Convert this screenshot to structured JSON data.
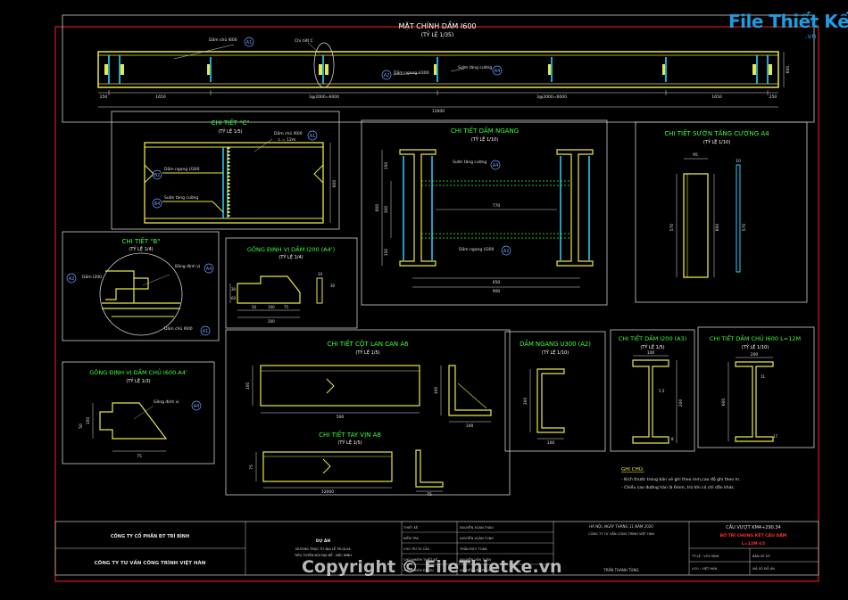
{
  "brand": {
    "logo_text": "File Thiết Kế",
    "logo_domain": ".vn"
  },
  "watermark": "Copyright © FileThietKe.vn",
  "colors": {
    "frame": "#ff2020",
    "border": "#cfcfcf",
    "title": "#ffffff",
    "steel": "#e8e84a",
    "plate": "#2ad0ff",
    "label": "#3cff3c",
    "tag": "#6fa0ff",
    "dim": "#e0e0e0"
  },
  "elevation": {
    "title": "MẶT CHÍNH DẦM I600",
    "scale": "(TỶ LỆ 1/35)",
    "callouts": {
      "main_beam": "Dầm chủ I600",
      "detail_c": "Chi tiết C",
      "cross_beam": "Dầm ngang U300",
      "stiffener": "Sườn tăng cường"
    },
    "tags": {
      "a1": "A1",
      "a2": "A2",
      "a4": "A4"
    },
    "dims": {
      "d1": "250",
      "d2": "1650",
      "d3": "3@2000=6000",
      "d4": "3@2000=6000",
      "d5": "1650",
      "d6": "250",
      "total": "12000",
      "height": "600"
    }
  },
  "detail_c": {
    "title": "CHI TIẾT \"C\"",
    "scale": "(TỶ LỆ 1/5)",
    "beam": "Dầm chủ I600",
    "length": "L = 12m",
    "cross": "Dầm ngang U300",
    "stiff": "Sườn tăng cường",
    "tags": {
      "a1": "A1",
      "b2": "B2",
      "b4": "B4"
    },
    "dim": "600"
  },
  "cross_beam_detail": {
    "title": "CHI TIẾT DẦM NGANG",
    "scale": "(TỶ LỆ 1/10)",
    "stiff": "Sườn tăng cường",
    "beam": "Dầm ngang U300",
    "tags": {
      "a4": "A4",
      "a2": "A2"
    },
    "dims": {
      "span": "770",
      "h1": "600",
      "h2": "300",
      "h3": "150",
      "h4": "150",
      "b1": "650",
      "b2": "900"
    }
  },
  "stiffener_detail": {
    "title": "CHI TIẾT SƯỜN TĂNG CƯỜNG A4",
    "scale": "(TỶ LỆ 1/10)",
    "dims": {
      "w": "95",
      "h1": "570",
      "h2": "600",
      "t": "10",
      "h3": "570"
    }
  },
  "detail_b": {
    "title": "CHI TIẾT \"B\"",
    "scale": "(TỶ LỆ 1/4)",
    "beam_i200": "Dầm I200",
    "gusset": "Bảng định vị",
    "main_beam": "Dầm chủ I600",
    "tags": {
      "a2": "A2",
      "a4": "A4",
      "a1": "A1"
    }
  },
  "gusset_i200": {
    "title": "GÔNG ĐỊNH VỊ DẦM I200 (A4')",
    "scale": "(TỶ LỆ 1/4)",
    "dims": {
      "d1": "50",
      "d2": "100",
      "d3": "75",
      "d4": "200",
      "d5": "30",
      "d6": "60",
      "d7": "30",
      "d8": "10"
    }
  },
  "gusset_i600": {
    "title": "GÔNG ĐỊNH VỊ DẦM CHỦ I600-A4'",
    "scale": "(TỶ LỆ 1/3)",
    "label": "Gông định vị",
    "tag": "A4",
    "dims": {
      "h": "100",
      "w": "75",
      "s": "50"
    }
  },
  "post_a6": {
    "title": "CHI TIẾT CỘT LAN CAN A6",
    "scale": "(TỶ LỆ 1/5)",
    "dims": {
      "len": "500",
      "h": "100",
      "leg": "100",
      "leg2": "100"
    }
  },
  "rail_a8": {
    "title": "CHI TIẾT TAY VỊN A8",
    "scale": "(TỶ LỆ 1/5)",
    "dims": {
      "len": "12000",
      "h": "75",
      "leg": "75"
    }
  },
  "u300": {
    "title": "DẦM NGANG U300 (A2)",
    "scale": "(TỶ LỆ 1/10)",
    "dims": {
      "h": "300",
      "w": "100"
    }
  },
  "i200": {
    "title": "CHI TIẾT DẦM I200 (A3)",
    "scale": "(TỶ LỆ 1/5)",
    "dims": {
      "w": "100",
      "h": "200",
      "t": "5.5",
      "tf": "8"
    }
  },
  "i600": {
    "title": "CHI TIẾT DẦM CHỦ I600 L=12M",
    "scale": "(TỶ LỆ 1/10)",
    "dims": {
      "w": "200",
      "h": "600",
      "t": "11",
      "tf": "17"
    }
  },
  "notes": {
    "heading": "GHI CHÚ:",
    "line1": "- Kích thước trong bản vẽ ghi theo mm,cao độ ghi theo m.",
    "line2": "- Chiều cao đường hàn là 6mm, trừ khi có chỉ dẫn khác."
  },
  "title_block": {
    "company1": "CÔNG TY CỔ PHẦN ĐT TRÍ BÌNH",
    "company2": "CÔNG TY TƯ VẤN CÔNG TRÌNH VIỆT HÀN",
    "project_head": "DỰ ÁN",
    "project_l1": "ĐƯỜNG TRỤC TỪ ĐỊA LẾ TR-QL54",
    "project_l2": "TIÊU TUYẾN ĐỘI ĐỊA ĐỀ - BẮC NINH",
    "roles": [
      "THIẾT KẾ",
      "KIỂM TRA",
      "CHỦ TRÌ TK CẦU",
      "CHỦ NHIỆM THIẾT KẾ",
      "CHỦ NHIỆM ĐỒ ÁN"
    ],
    "names": [
      "NGUYỄN XUÂN THẢO",
      "NGUYỄN XUÂN TÙNG",
      "TRẦN ĐỨC TOÀN",
      "NGUYỄN VĂN TUẤN",
      "NGUYỄN VĂN PHƯƠNG"
    ],
    "date": "HÀ NỘI, NGÀY      THÁNG  11  NĂM 2020",
    "firm": "CÔNG TY TƯ VẤN CÔNG TRÌNH VIỆT HÀN",
    "director": "TRẦN THANH TÙNG",
    "sheet_title1": "CẦU VƯỢT KM4+290.34",
    "sheet_title2": "BỐ TRÍ CHUNG KẾT CẤU DẦM",
    "sheet_title3": "L=12M-I/2",
    "row1a": "TỶ LỆ : VỚI HÌNH",
    "row1b": "BẢN VẼ SỐ",
    "row2a": "LƯU : VIỆT HÀN",
    "row2b": "MÃ SỐ ĐỒ ÁN"
  }
}
